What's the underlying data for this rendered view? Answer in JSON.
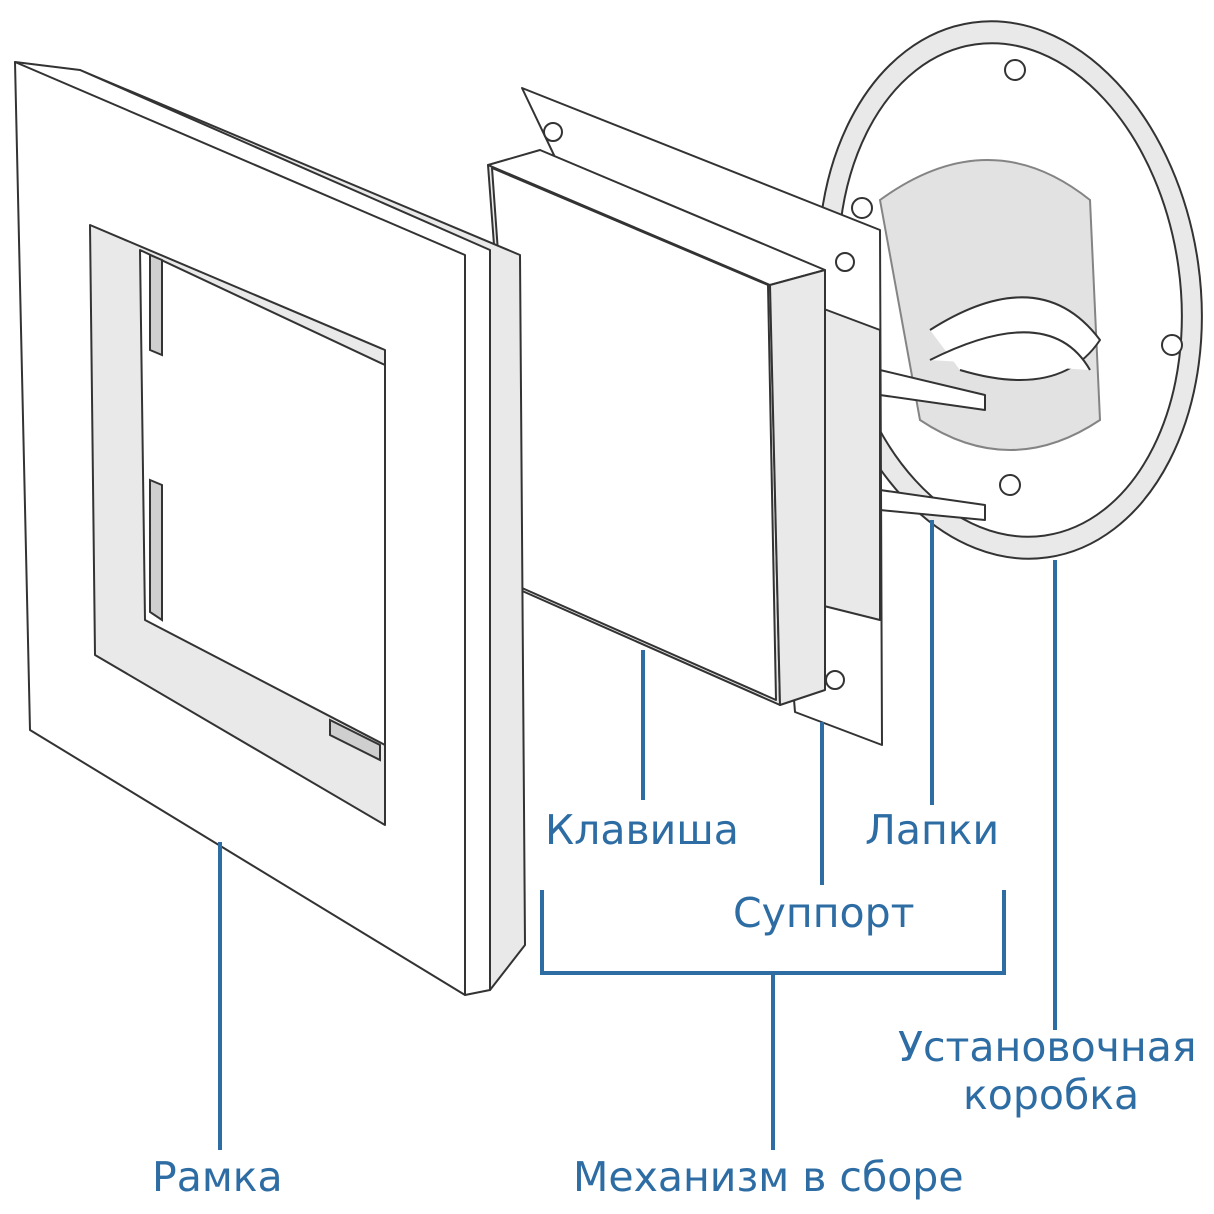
{
  "labels": {
    "frame": "Рамка",
    "key": "Клавиша",
    "support": "Суппорт",
    "tabs": "Лапки",
    "box_line1": "Установочная",
    "box_line2": "коробка",
    "assembly": "Механизм в сборе"
  },
  "colors": {
    "label": "#2e6da4",
    "outline": "#333333"
  }
}
